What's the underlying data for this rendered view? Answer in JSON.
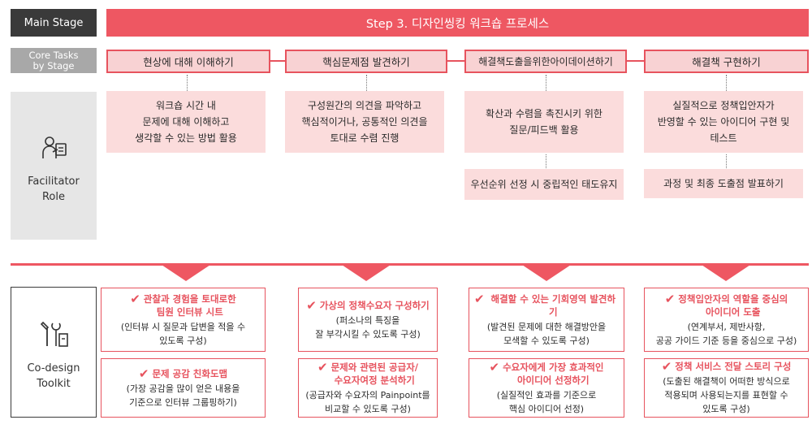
{
  "labels": {
    "main_stage": "Main Stage",
    "core_tasks": "Core Tasks\nby Stage",
    "facilitator": "Facilitator\nRole",
    "codesign": "Co-design\nToolkit"
  },
  "header": {
    "title": "Step 3.  디자인씽킹 워크숍 프로세스"
  },
  "stages": [
    "현상에 대해 이해하기",
    "핵심문제점 발견하기",
    "해결책도출을위한아이데이션하기",
    "해결책 구현하기"
  ],
  "roles": {
    "r1": "워크숍 시간 내\n문제에 대해 이해하고\n생각할 수 있는 방법 활용",
    "r2": "구성원간의 의견을 파악하고\n핵심적이거나, 공통적인 의견을\n토대로 수렴 진행",
    "r3a": "확산과 수렴을 촉진시키 위한\n질문/피드백 활용",
    "r3b": "우선순위 선정 시 중립적인 태도유지",
    "r4a": "실질적으로 정책입안자가\n반영할 수 있는 아이디어 구현 및\n테스트",
    "r4b": "과정 및 최종 도출점 발표하기"
  },
  "tools": [
    {
      "title": "관찰과 경험을 토대로한\n팀원 인터뷰 시트",
      "desc": "(인터뷰 시 질문과 답변을 적을 수\n있도록 구성)"
    },
    {
      "title": "문제 공감 친화도맵",
      "desc": "(가장 공감을 많이 얻은 내용을\n기준으로 인터뷰 그룹핑하기)"
    },
    {
      "title": "가상의 정책수요자 구성하기",
      "desc": "(퍼소나의 특징을\n잘 부각시킬 수 있도록 구성)"
    },
    {
      "title": "문제와 관련된 공급자/\n수요자여정 분석하기",
      "desc": "(공급자와 수요자의 Painpoint를\n비교할 수 있도록 구성)"
    },
    {
      "title": "해결할 수 있는 기회영역 발견하기",
      "desc": "(발견된 문제에 대한 해결방안을\n모색할 수 있도록 구성)"
    },
    {
      "title": "수요자에게 가장 효과적인\n아이디어 선정하기",
      "desc": "(실질적인 효과를 기준으로\n핵심 아이디어 선정)"
    },
    {
      "title": "정책입안자의 역할을 중심의\n아이디어 도출",
      "desc": "(연계부서, 제반사항,\n공공 가이드 기준 등을 중심으로 구성)"
    },
    {
      "title": "정책 서비스 전달 스토리 구성",
      "desc": "(도출된 해결책이 어떠한 방식으로\n적용되며 사용되는지를 표현할 수\n있도록 구성)"
    }
  ],
  "icons": {
    "facilitator": "facilitator-person-icon",
    "toolkit": "toolkit-tools-icon",
    "check": "check-mark-icon"
  },
  "colors": {
    "accent": "#ee5762",
    "stage_fill": "#f8d2d3",
    "role_fill": "#fbdcdc",
    "dark": "#3a3a3a",
    "gray": "#a8a8a8"
  }
}
